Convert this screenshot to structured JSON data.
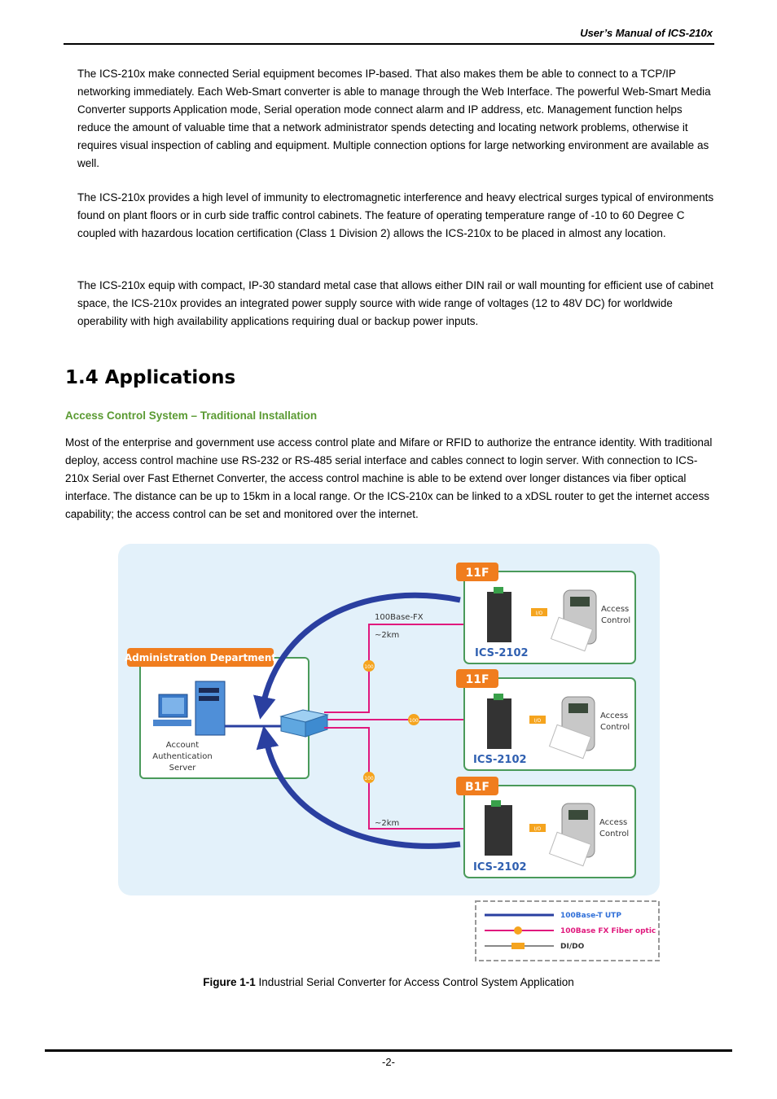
{
  "header": {
    "title": "User’s Manual of ICS-210x"
  },
  "intro": {
    "p1": "The ICS-210x make connected Serial equipment becomes IP-based. That also makes them be able to connect to a TCP/IP networking immediately. Each Web-Smart converter is able to manage through the Web Interface. The powerful Web-Smart Media Converter supports Application mode, Serial operation mode connect alarm and IP address, etc. Management function helps reduce the amount of valuable time that a network administrator spends detecting and locating network problems, otherwise it requires visual inspection of cabling and equipment. Multiple connection options for large networking environment are available as well.",
    "p2": "The ICS-210x provides a high level of immunity to electromagnetic interference and heavy electrical surges typical of environments found on plant floors or in curb side traffic control cabinets. The feature of operating temperature range of -10 to 60 Degree C coupled with hazardous location certification (Class 1 Division 2) allows the ICS-210x to be placed in almost any location.",
    "p3": "The ICS-210x equip with compact, IP-30 standard metal case that allows either DIN rail or wall mounting for efficient use of cabinet space, the ICS-210x provides an integrated power supply source with wide range of voltages (12 to 48V DC) for worldwide operability with high availability applications requiring dual or backup power inputs."
  },
  "section": {
    "heading": "1.4 Applications",
    "subheading": "Access Control System – Traditional Installation",
    "body": "Most of the enterprise and government use access control plate and Mifare or RFID to authorize the entrance identity. With traditional deploy, access control machine use RS-232 or RS-485 serial interface and cables connect to login server. With connection to ICS-210x Serial over Fast Ethernet Converter, the access control machine is able to be extend over longer distances via fiber optical interface. The distance can be up to 15km in a local range. Or the ICS-210x can be linked to a xDSL router to get the internet access capability; the access control can be set and monitored over the internet."
  },
  "diagram": {
    "admin_label": "Administration Department",
    "server_label_1": "Account",
    "server_label_2": "Authentication",
    "server_label_3": "Server",
    "link_type_label": "100Base-FX",
    "distance_top": "~2km",
    "distance_bottom": "~2km",
    "badge_100": "100",
    "io_badge": "I/O",
    "floors": [
      {
        "floor": "11F",
        "device": "ICS-2102",
        "access_1": "Access",
        "access_2": "Control"
      },
      {
        "floor": "11F",
        "device": "ICS-2102",
        "access_1": "Access",
        "access_2": "Control"
      },
      {
        "floor": "B1F",
        "device": "ICS-2102",
        "access_1": "Access",
        "access_2": "Control"
      }
    ],
    "legend": {
      "utp": "100Base-T UTP",
      "fiber": "100Base FX Fiber optic",
      "dido": "DI/DO"
    },
    "colors": {
      "background": "#e3f1fa",
      "floor_border": "#4a9a5a",
      "orange": "#f07d1e",
      "utp_blue": "#2a3fa0",
      "fiber_pink": "#e0197d",
      "device_blue": "#2f5fb0"
    }
  },
  "caption": {
    "label": "Figure 1-1",
    "text": " Industrial Serial Converter for Access Control System Application"
  },
  "footer": {
    "page": "-2-"
  }
}
